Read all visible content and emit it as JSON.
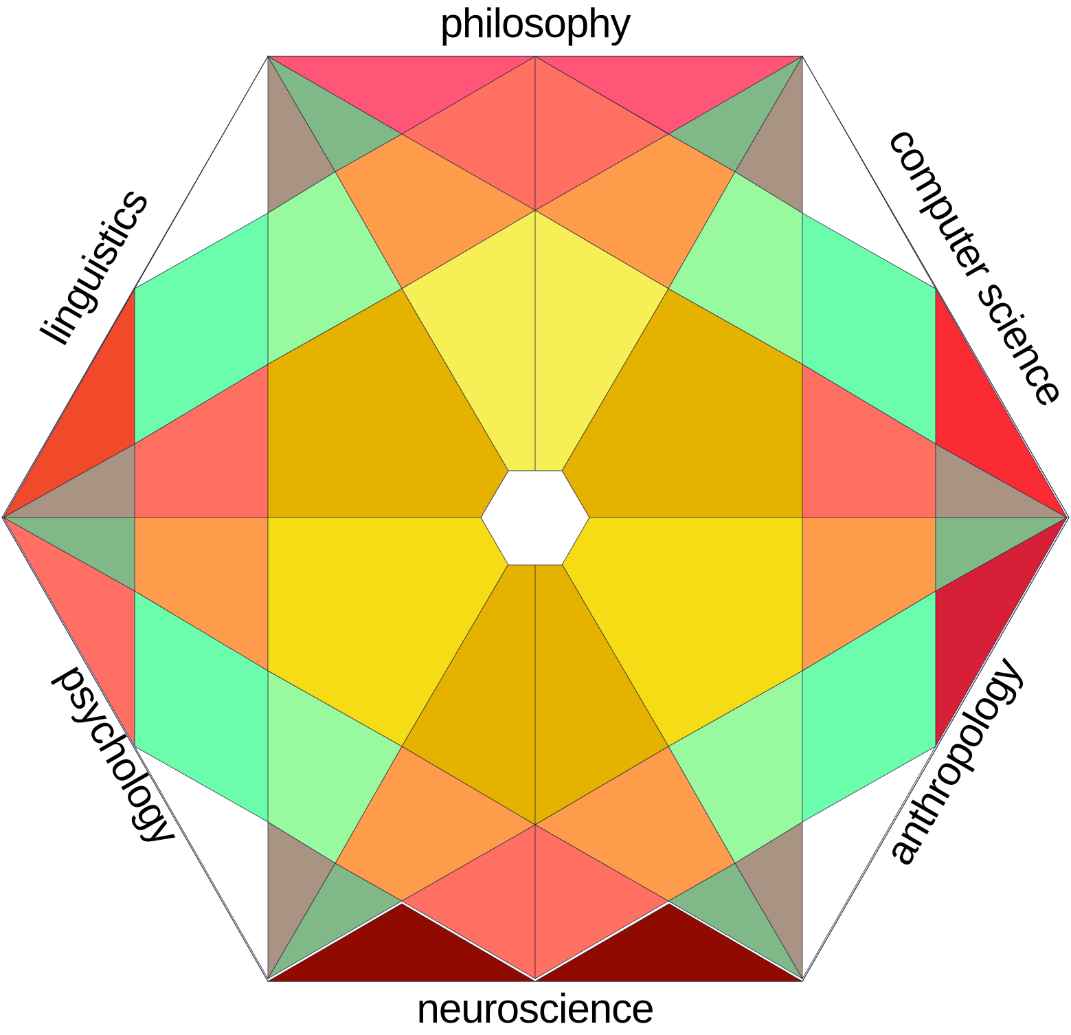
{
  "labels": {
    "top": "philosophy",
    "top_right": "computer science",
    "bottom_right": "anthropology",
    "bottom": "neuroscience",
    "bottom_left": "psychology",
    "top_left": "linguistics"
  },
  "colors": {
    "philosophy": "#ff5577",
    "computer_science": "#fa2b32",
    "anthropology": "#d71f38",
    "neuroscience": "#910a00",
    "psychology": "#ff6f64",
    "linguistics": "#f04a2a",
    "pink_salmon": "#ff7062",
    "orange": "#ff9c4c",
    "light_green": "#98f99e",
    "mint": "#6bfdab",
    "sage": "#80b887",
    "taupe": "#a99483",
    "pale_yellow": "#f6ef56",
    "gold": "#e6b200",
    "yellow": "#f5dc14",
    "line": "#2a2a44"
  }
}
